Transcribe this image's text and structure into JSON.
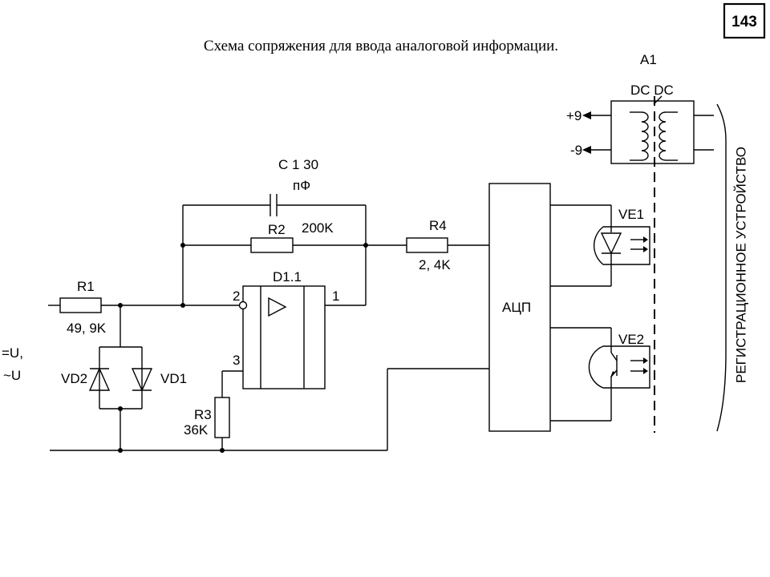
{
  "page_number": "143",
  "title": "Схема сопряжения для ввода аналоговой информации.",
  "labels": {
    "a1": "A1",
    "dc": "DC DC",
    "plus9": "+9",
    "minus9": "-9",
    "c1_line1": "C  1   30",
    "c1_line2": "пФ",
    "r2": "R2",
    "r2_value": "200K",
    "r4": "R4",
    "r4_value": "2, 4K",
    "d11": "D1.1",
    "pin1": "1",
    "pin2": "2",
    "pin3": "3",
    "r1": "R1",
    "r1_value": "49, 9K",
    "input_dc": "=U,",
    "input_ac": "~U",
    "vd2": "VD2",
    "vd1": "VD1",
    "r3": "R3",
    "r3_value": "36K",
    "adc": "АЦП",
    "ve1": "VE1",
    "ve2": "VE2",
    "side_text": "РЕГИСТРАЦИОННОЕ УСТРОЙСТВО"
  }
}
